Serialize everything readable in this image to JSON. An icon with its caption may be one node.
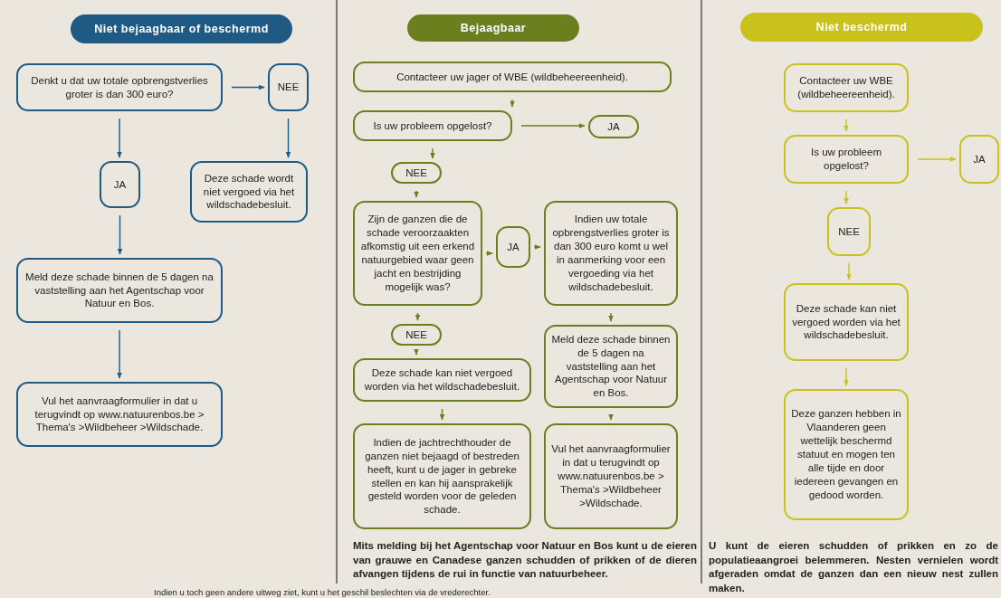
{
  "diagram": {
    "nodes": [
      {
        "text": [
          "Niet bejaagbaar of beschermd"
        ]
      },
      {
        "text": [
          "Denkt u dat uw totale opbrengstverlies groter is dan 300 euro?"
        ]
      },
      {
        "text": [
          "NEE"
        ]
      },
      {
        "text": [
          "JA"
        ]
      },
      {
        "text": [
          "Deze schade wordt niet vergoed via het wildschadebesluit."
        ]
      },
      {
        "text": [
          "Meld deze schade binnen de 5 dagen na vaststelling aan het Agentschap voor Natuur en Bos."
        ]
      },
      {
        "text": [
          "Vul het aanvraagformulier in dat u terugvindt op www.natuurenbos.be > Thema's >Wildbeheer >Wildschade."
        ]
      },
      {
        "text": [
          "Bejaagbaar"
        ]
      },
      {
        "text": [
          "Contacteer uw jager of WBE (wildbeheereenheid)."
        ]
      },
      {
        "text": [
          "Is uw probleem opgelost?"
        ]
      },
      {
        "text": [
          "JA"
        ]
      },
      {
        "text": [
          "NEE"
        ]
      },
      {
        "text": [
          "Zijn de ganzen die de schade veroorzaakten afkomstig uit een erkend natuurgebied waar geen jacht en bestrijding mogelijk was?"
        ]
      },
      {
        "text": [
          "JA"
        ]
      },
      {
        "text": [
          "Indien uw totale opbrengstverlies groter is dan 300 euro komt u wel in aanmerking voor een vergoeding via het wildschadebesluit."
        ]
      },
      {
        "text": [
          "NEE"
        ]
      },
      {
        "text": [
          "Deze schade kan niet vergoed worden via het wildschadebesluit."
        ]
      },
      {
        "text": [
          "Meld deze schade binnen de 5 dagen na vaststelling aan het Agentschap voor Natuur en Bos."
        ]
      },
      {
        "text": [
          "Indien de jachtrechthouder de ganzen niet bejaagd of bestreden heeft, kunt u de jager in gebreke stellen en kan hij aansprakelijk gesteld worden voor de geleden schade."
        ]
      },
      {
        "text": [
          "Vul het aanvraagformulier in dat u terugvindt op www.natuurenbos.be > Thema's >Wildbeheer >Wildschade."
        ]
      },
      {
        "text": [
          "Niet beschermd"
        ]
      },
      {
        "text": [
          "Contacteer uw WBE (wildbeheereenheid)."
        ]
      },
      {
        "text": [
          "Is uw probleem opgelost?"
        ]
      },
      {
        "text": [
          "JA"
        ]
      },
      {
        "text": [
          "NEE"
        ]
      },
      {
        "text": [
          "Deze schade kan niet vergoed worden via het wildschadebesluit."
        ]
      },
      {
        "text": [
          "Deze ganzen hebben in Vlaanderen geen wettelijk beschermd statuut en mogen ten alle tijde en door iedereen gevangen en gedood worden."
        ]
      }
    ],
    "edges": [
      {
        "from": 1,
        "to": 2,
        "arrow": "to",
        "color": "#1f5a85"
      },
      {
        "from": 1,
        "to": 3,
        "arrow": "to",
        "color": "#1f5a85"
      },
      {
        "from": 2,
        "to": 4,
        "arrow": "to",
        "color": "#1f5a85"
      },
      {
        "from": 3,
        "to": 5,
        "arrow": "to",
        "color": "#1f5a85"
      },
      {
        "from": 5,
        "to": 6,
        "arrow": "to",
        "color": "#1f5a85"
      },
      {
        "from": 8,
        "to": 9,
        "arrow": "to"
      },
      {
        "from": 9,
        "to": 10,
        "arrow": "to"
      },
      {
        "from": 9,
        "to": 11,
        "arrow": "to"
      },
      {
        "from": 11,
        "to": 12,
        "arrow": "to"
      },
      {
        "from": 12,
        "to": 13,
        "arrow": "to"
      },
      {
        "from": 13,
        "to": 14,
        "arrow": "to"
      },
      {
        "from": 12,
        "to": 15,
        "arrow": "to"
      },
      {
        "from": 15,
        "to": 16,
        "arrow": "to"
      },
      {
        "from": 14,
        "to": 17,
        "arrow": "to"
      },
      {
        "from": 16,
        "to": 18,
        "arrow": "to"
      },
      {
        "from": 17,
        "to": 19,
        "arrow": "to"
      },
      {
        "from": 21,
        "to": 22,
        "arrow": "to",
        "color": "#c9c21c"
      },
      {
        "from": 22,
        "to": 23,
        "arrow": "to",
        "color": "#c9c21c"
      },
      {
        "from": 22,
        "to": 24,
        "arrow": "to",
        "color": "#c9c21c"
      },
      {
        "from": 24,
        "to": 25,
        "arrow": "to",
        "color": "#c9c21c"
      },
      {
        "from": 25,
        "to": 26,
        "arrow": "to",
        "color": "#c9c21c"
      }
    ],
    "labels": [
      "Mits melding bij het Agentschap voor Natuur en Bos kunt u de eieren van grauwe en Canadese ganzen schudden of prikken of de dieren afvangen tijdens de rui in functie van natuurbeheer.",
      "U kunt de eieren schudden of prikken en zo de populatieaangroei belemmeren. Nesten vernielen wordt afgeraden omdat de ganzen dan een nieuw nest zullen maken.",
      "Indien u toch geen andere uitweg ziet, kunt u het geschil beslechten via de vrederechter."
    ]
  }
}
